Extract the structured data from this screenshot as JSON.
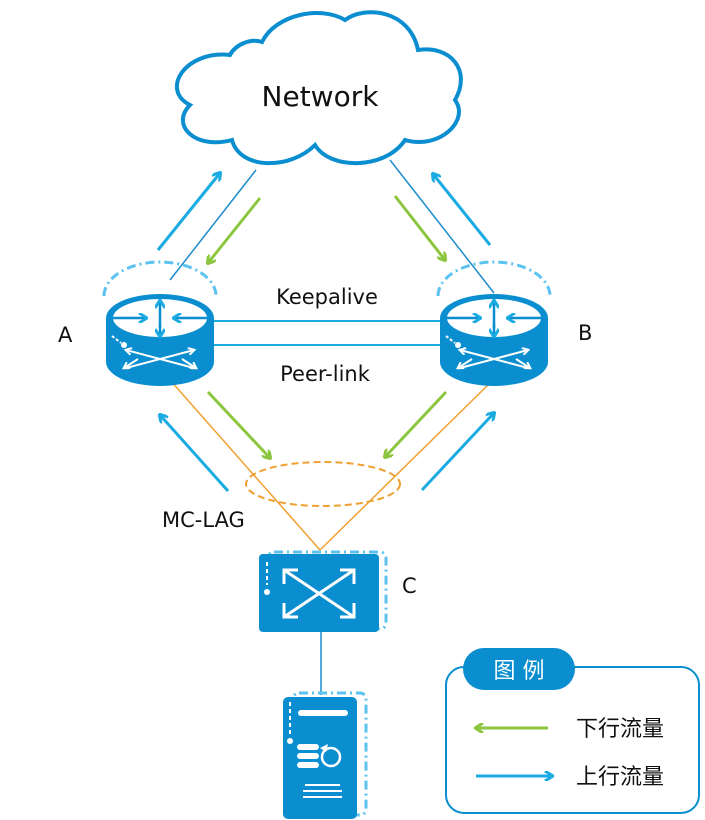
{
  "cloud": {
    "label": "Network"
  },
  "devices": {
    "a": {
      "label": "A",
      "type": "router"
    },
    "b": {
      "label": "B",
      "type": "router"
    },
    "c": {
      "label": "C",
      "type": "switch"
    },
    "server": {
      "type": "server"
    }
  },
  "links": {
    "keepalive": "Keepalive",
    "peer_link": "Peer-link",
    "mc_lag": "MC-LAG"
  },
  "legend": {
    "title": "图 例",
    "items": [
      {
        "label": "下行流量",
        "color": "#8cc63f",
        "direction": "left"
      },
      {
        "label": "上行流量",
        "color": "#1aabe2",
        "direction": "right"
      }
    ]
  },
  "colors": {
    "device_blue": "#0a8ed0",
    "dash_blue": "#5cc3f0",
    "line_blue": "#1b8ccc",
    "upstream": "#1aabe2",
    "downstream": "#8cc63f",
    "lag_orange": "#f0a030"
  }
}
